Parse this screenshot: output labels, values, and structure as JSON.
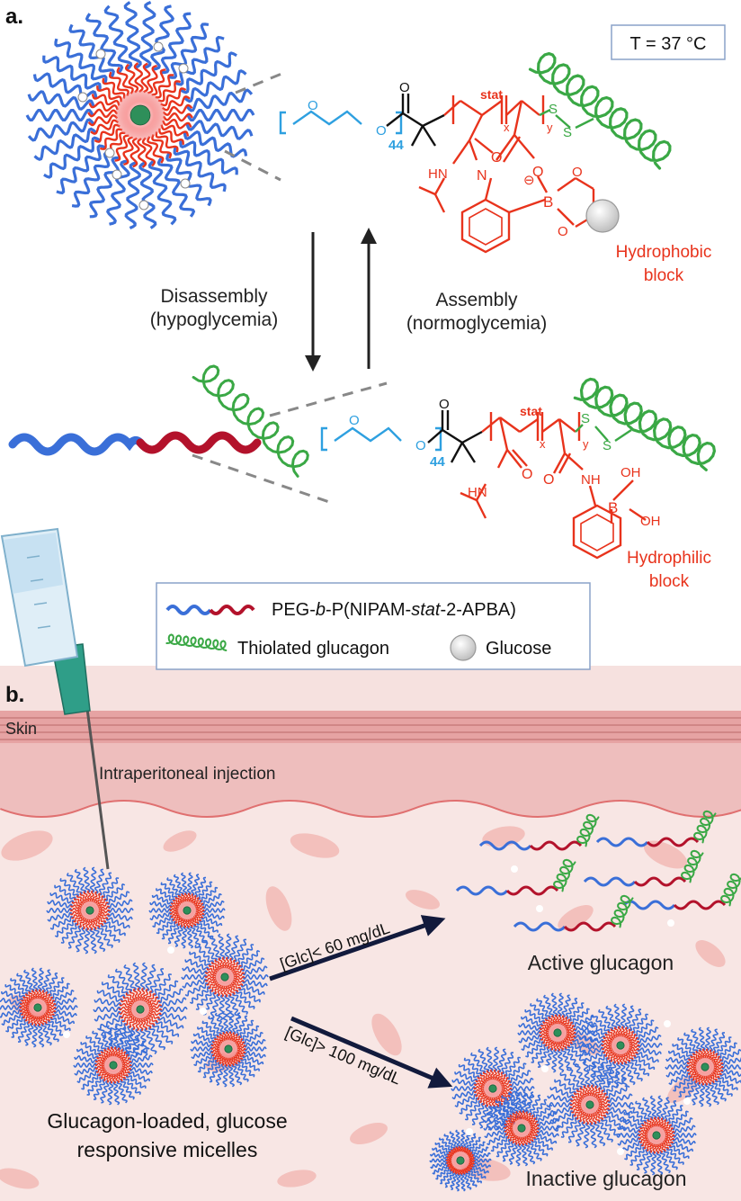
{
  "panel_a": {
    "label": "a.",
    "temperature": "T = 37 °C",
    "disassembly": {
      "line1": "Disassembly",
      "line2": "(hypoglycemia)"
    },
    "assembly": {
      "line1": "Assembly",
      "line2": "(normoglycemia)"
    },
    "top_structure": {
      "block_label_1": "Hydrophobic",
      "block_label_2": "block",
      "peg_repeat": "44",
      "sub_x": "x",
      "sub_y": "y",
      "stat": "stat",
      "charge": "⊖",
      "atoms": {
        "O": "O",
        "N": "N",
        "HN": "HN",
        "B": "B",
        "S": "S"
      }
    },
    "bottom_structure": {
      "block_label_1": "Hydrophilic",
      "block_label_2": "block",
      "peg_repeat": "44",
      "sub_x": "x",
      "sub_y": "y",
      "stat": "stat",
      "atoms": {
        "O": "O",
        "HN": "HN",
        "NH": "NH",
        "B": "B",
        "OH": "OH",
        "S": "S"
      }
    },
    "legend": {
      "polymer_prefix": "PEG-",
      "polymer_b": "b",
      "polymer_mid": "-P(NIPAM-",
      "polymer_stat": "stat",
      "polymer_suffix": "-2-APBA)",
      "glucagon": "Thiolated glucagon",
      "glucose": "Glucose"
    }
  },
  "panel_b": {
    "label": "b.",
    "skin": "Skin",
    "injection": "Intraperitoneal injection",
    "low_glc": "[Glc]< 60 mg/dL",
    "high_glc": "[Glc]> 100 mg/dL",
    "active": "Active glucagon",
    "inactive": "Inactive glucagon",
    "micelles_line1": "Glucagon-loaded, glucose",
    "micelles_line2": "responsive micelles"
  },
  "colors": {
    "peg_blue": "#3a6fd8",
    "pnipam_red": "#e8331c",
    "glucagon_green": "#3aa845",
    "tissue": "#f4dfdd",
    "skin": "#e8a5a5",
    "cell": "#f2b9b5",
    "arrow_navy": "#121a3c"
  }
}
